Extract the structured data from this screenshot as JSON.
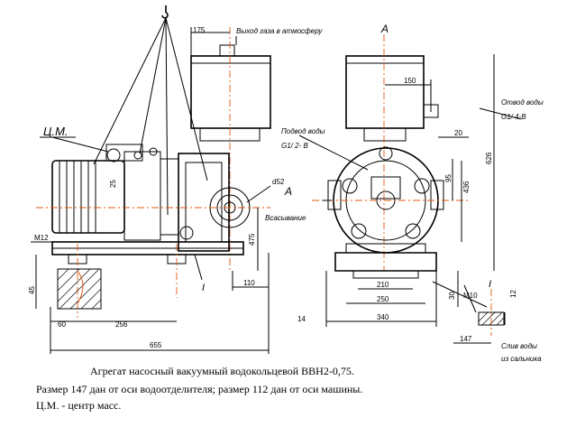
{
  "callouts": {
    "gas_outlet": "Выход газа в атмосферу",
    "water_outlet_label": "Отвод воды",
    "water_outlet_thread": "G1/ 4-B",
    "water_inlet_label": "Подвод воды",
    "water_inlet_thread": "G1/ 2- B",
    "suction": "Всасывание",
    "drain_label_1": "Слив воды",
    "drain_label_2": "из сальника",
    "center_mass": "Ц.М.",
    "section_A_top": "A",
    "section_A_side": "A",
    "view_I_left": "I",
    "view_I_right": "I",
    "thread_m12": "M12",
    "thread_m10": "M10"
  },
  "dimensions": {
    "d175_top": "175",
    "d25": "25",
    "d52": "d52",
    "d475": "475",
    "d45": "45",
    "d110": "110",
    "d60": "60",
    "d256": "256",
    "d655": "655",
    "d150": "150",
    "d20": "20",
    "d626": "626",
    "d95": "95",
    "d436": "436",
    "d210": "210",
    "d250": "250",
    "d340": "340",
    "d30": "30",
    "d14": "14",
    "d12": "12",
    "d147": "147"
  },
  "caption": {
    "line1": "Агрегат насосный вакуумный водокольцевой ВВН2-0,75.",
    "line2": "Размер 147 дан от оси водоотделителя; размер 112 дан от оси машины.",
    "line3": "Ц.М. - центр масс."
  }
}
